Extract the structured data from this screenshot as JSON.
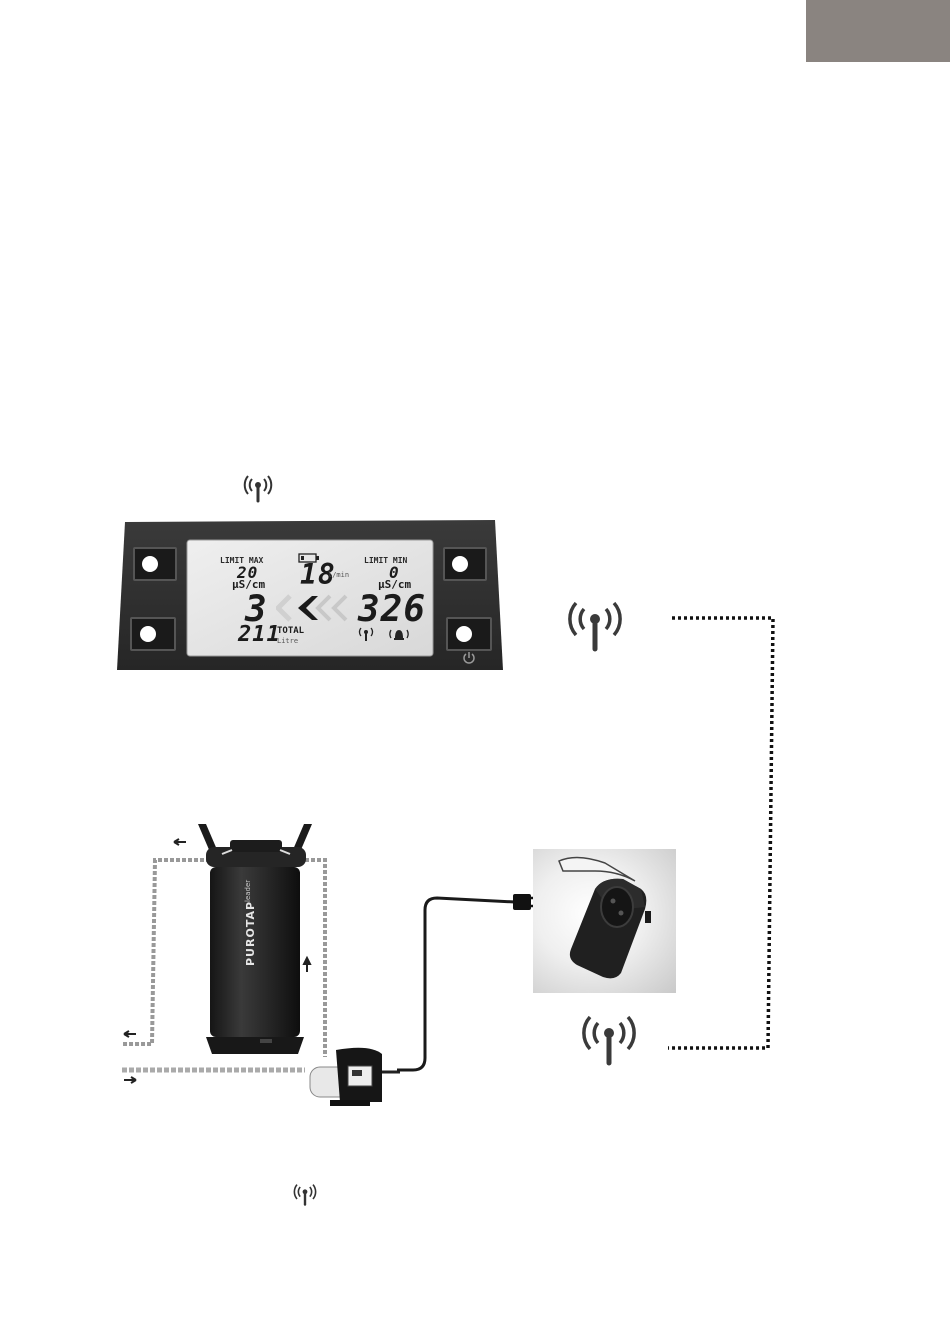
{
  "page": {
    "corner_tab_color": "#8a8480"
  },
  "display": {
    "limit_max_label": "LIMIT MAX",
    "limit_max_value": "20",
    "limit_min_label": "LIMIT MIN",
    "limit_min_value": "0",
    "flow_value": "18",
    "flow_unit": "l/min",
    "left_unit": "µS/cm",
    "right_unit": "µS/cm",
    "outlet_value": "3",
    "inlet_value": "326",
    "total_value": "211",
    "total_label": "TOTAL",
    "total_unit": "Litre",
    "panel_color": "#2b2b2b",
    "screen_color": "#e3e3e3"
  },
  "filter": {
    "brand": "PUROTAP",
    "model": "leader"
  },
  "icons": {
    "top_antenna": "antenna-icon",
    "bottom_antenna": "antenna-icon",
    "power": "power-icon"
  }
}
